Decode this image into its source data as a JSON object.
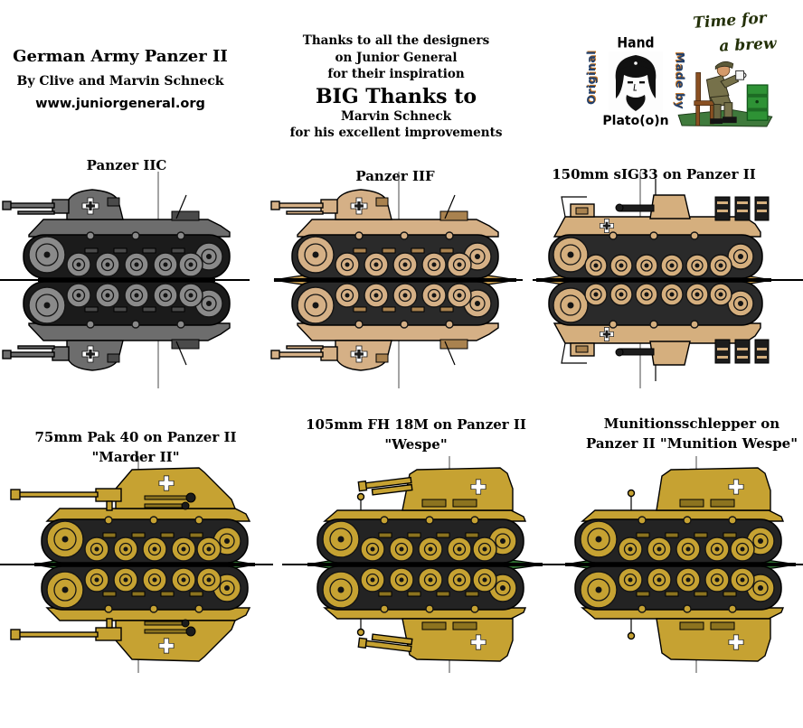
{
  "header": {
    "title": "German Army Panzer II",
    "byline": "By Clive and Marvin Schneck",
    "website": "www.juniorgeneral.org",
    "thanks": [
      "Thanks to all the designers",
      "on Junior General",
      "for their inspiration"
    ],
    "big_thanks": "BIG Thanks to",
    "big_thanks_name": "Marvin Schneck",
    "big_thanks_sub": "for his excellent improvements"
  },
  "logo": {
    "top": "Hand",
    "left": "Original",
    "right": "Made by",
    "bottom": "Plato(o)n",
    "portrait_icon": "che-guevara-portrait"
  },
  "brew": {
    "line1": "Time for",
    "line2": "a brew",
    "soldier_icon": "soldier-drinking-tea",
    "colors": {
      "ink": "#233008"
    }
  },
  "tanks": [
    {
      "id": "panzer-iic",
      "label_lines": [
        "Panzer IIC"
      ],
      "colors": {
        "body": "#6d6d6d",
        "bodyDark": "#4a4a4a",
        "wheel": "#8a8a8a",
        "track": "#1b1b1b",
        "base": "#2e7031"
      }
    },
    {
      "id": "panzer-iif",
      "label_lines": [
        "Panzer IIF"
      ],
      "colors": {
        "body": "#d5b086",
        "bodyDark": "#a9824f",
        "wheel": "#d5b086",
        "track": "#2a2a2a",
        "base": "#c49a4e"
      }
    },
    {
      "id": "sig33-panzer-ii",
      "label_lines": [
        "150mm sIG33 on Panzer II"
      ],
      "colors": {
        "body": "#d5af7e",
        "bodyDark": "#a9824f",
        "wheel": "#d5af7e",
        "track": "#2a2a2a",
        "base": "#c49a4e"
      }
    },
    {
      "id": "marder-ii",
      "label_lines": [
        "75mm Pak 40 on Panzer II",
        "\"Marder II\""
      ],
      "colors": {
        "body": "#c6a232",
        "bodyDark": "#8c731f",
        "wheel": "#c6a232",
        "track": "#232323",
        "base": "#2e7031"
      }
    },
    {
      "id": "wespe",
      "label_lines": [
        "105mm FH 18M on Panzer II",
        "\"Wespe\""
      ],
      "colors": {
        "body": "#c6a232",
        "bodyDark": "#8c731f",
        "wheel": "#c6a232",
        "track": "#232323",
        "base": "#2e7031"
      }
    },
    {
      "id": "munition-wespe",
      "label_lines": [
        "Munitionsschlepper on",
        "Panzer II  \"Munition Wespe\""
      ],
      "colors": {
        "body": "#c6a232",
        "bodyDark": "#8c731f",
        "wheel": "#c6a232",
        "track": "#232323",
        "base": "#2e7031"
      }
    }
  ]
}
